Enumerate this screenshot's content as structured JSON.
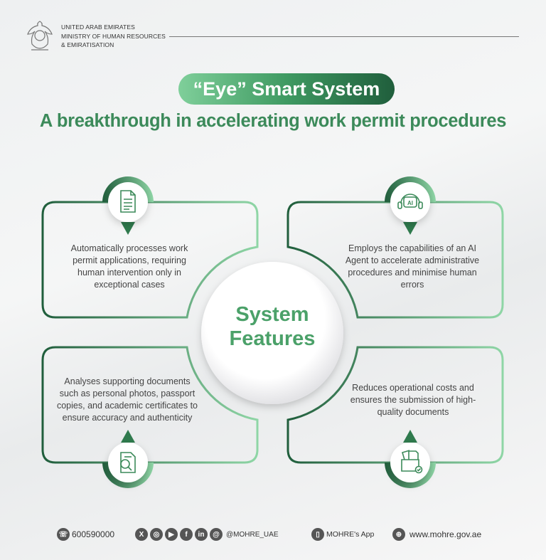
{
  "header": {
    "org_lines": [
      "UNITED ARAB EMIRATES",
      "MINISTRY OF HUMAN RESOURCES",
      "& EMIRATISATION"
    ]
  },
  "title": "“Eye” Smart System",
  "subtitle": "A breakthrough in accelerating work permit procedures",
  "center": {
    "line1": "System",
    "line2": "Features"
  },
  "features": [
    {
      "icon": "document-icon",
      "text": "Automatically processes work permit applications, requiring human intervention only in exceptional cases"
    },
    {
      "icon": "ai-headset-icon",
      "text": "Employs the capabilities of an AI Agent to accelerate administrative procedures and minimise human errors",
      "icon_label": "AI"
    },
    {
      "icon": "document-search-icon",
      "text": "Analyses supporting documents such as personal photos, passport copies, and academic certificates to ensure accuracy and authenticity"
    },
    {
      "icon": "folder-check-icon",
      "text": "Reduces operational costs and ensures the submission of high-quality documents"
    }
  ],
  "footer": {
    "phone": "600590000",
    "social_handle": "@MOHRE_UAE",
    "app": "MOHRE's App",
    "website": "www.mohre.gov.ae",
    "social_icons": [
      "X",
      "◎",
      "▶",
      "f",
      "in",
      "@"
    ]
  },
  "colors": {
    "dark_green": "#205e3c",
    "light_green": "#7fcf9a",
    "accent": "#4ba169"
  }
}
